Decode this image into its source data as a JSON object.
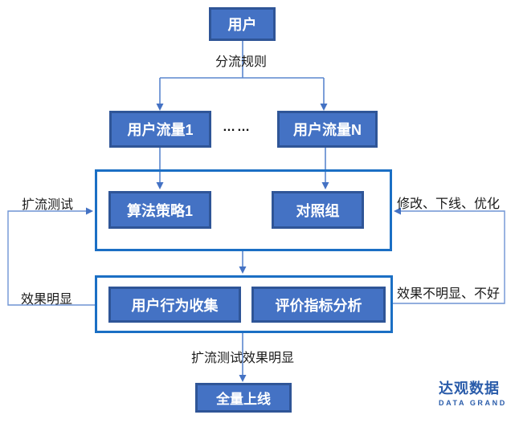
{
  "diagram": {
    "nodes": {
      "user": "用户",
      "traffic1": "用户流量1",
      "trafficN": "用户流量N",
      "ellipsis": "……",
      "strategy1": "算法策略1",
      "control": "对照组",
      "behavior": "用户行为收集",
      "metrics": "评价指标分析",
      "launch": "全量上线"
    },
    "edge_labels": {
      "split_rule": "分流规则",
      "expand_test": "扩流测试",
      "modify_offline_optimize": "修改、下线、优化",
      "effect_obvious": "效果明显",
      "effect_not_obvious": "效果不明显、不好",
      "expand_test_effect": "扩流测试效果明显"
    },
    "colors": {
      "node_fill": "#4472C4",
      "node_border": "#2F5597",
      "container_border": "#1B6FC4",
      "connector_line": "#5B87CE",
      "arrowhead": "#4472C4",
      "label_text": "#1a1a1a",
      "logo_blue": "#2A5CAA"
    }
  },
  "logo": {
    "name_cn": "达观数据",
    "name_en": "DATA GRAND"
  }
}
